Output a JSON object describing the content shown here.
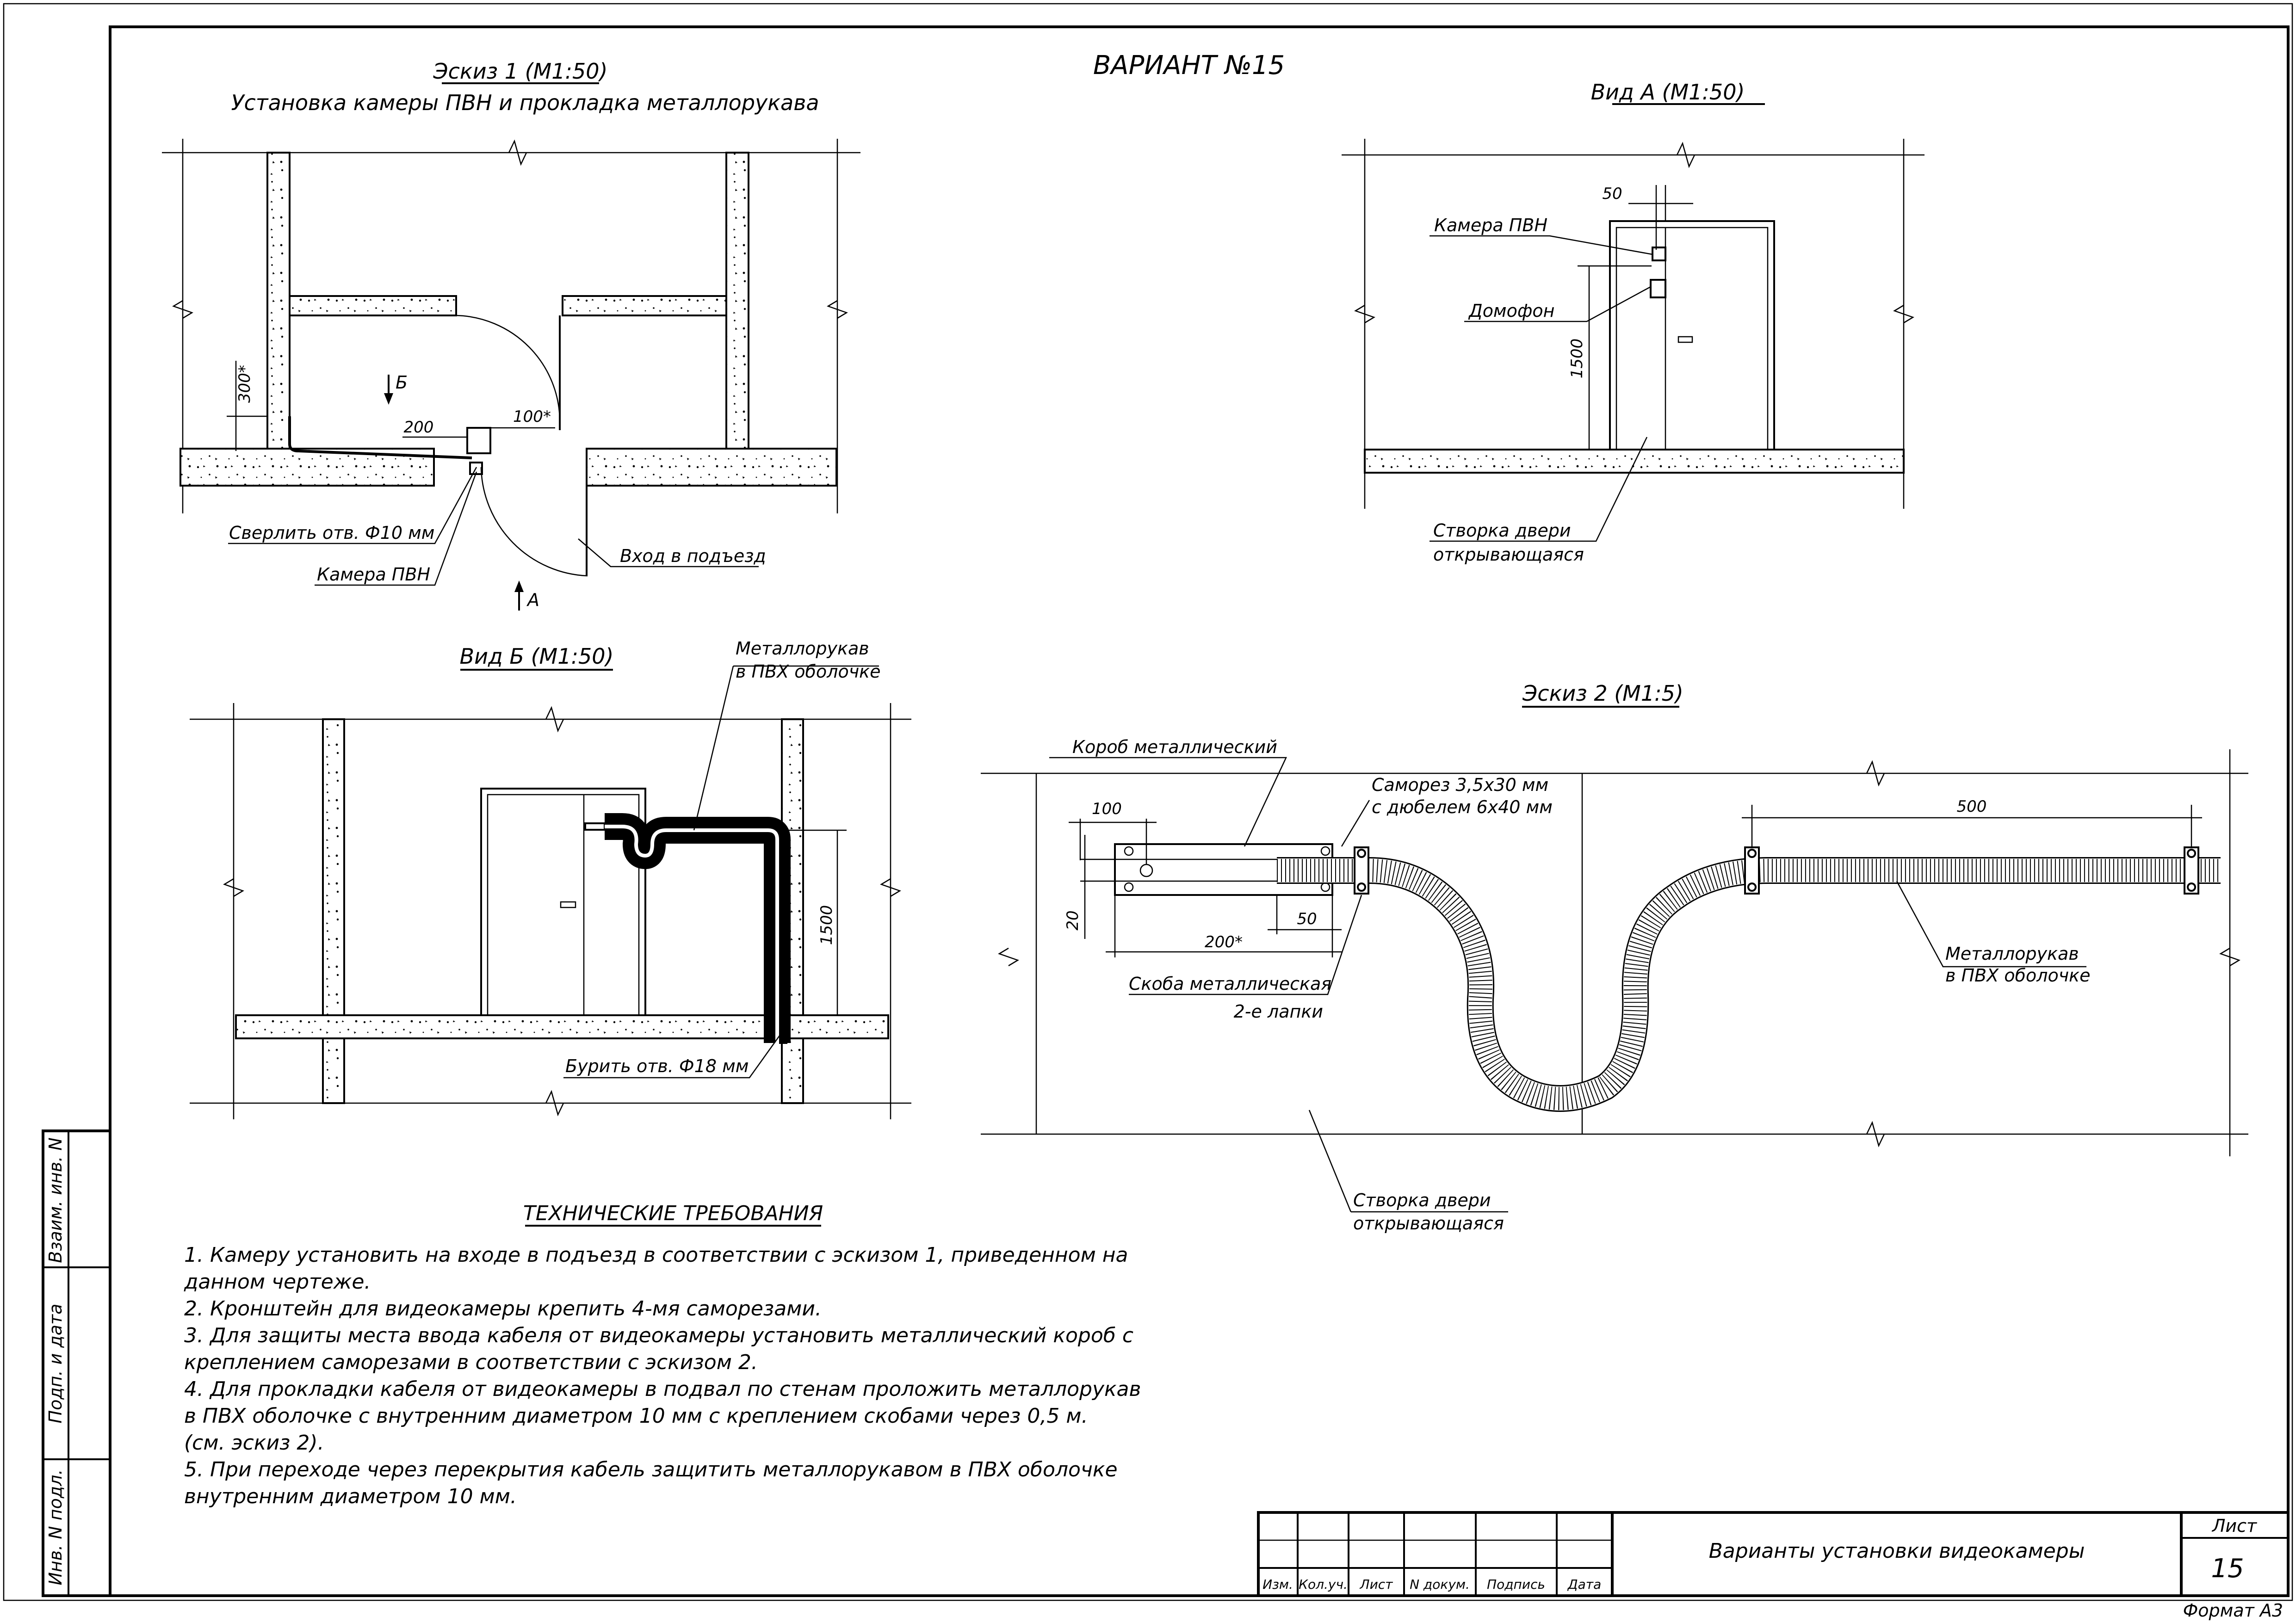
{
  "header": {
    "variant": "ВАРИАНТ №15"
  },
  "sketch1": {
    "title": "Эскиз 1 (М1:50)",
    "subtitle": "Установка камеры ПВН и прокладка металлорукава",
    "dim_300": "300*",
    "dim_200": "200",
    "dim_100": "100*",
    "arrow_b": "Б",
    "arrow_a": "А",
    "label_drill": "Сверлить отв. Ф10 мм",
    "label_camera": "Камера ПВН",
    "label_entrance": "Вход в подъезд"
  },
  "viewA": {
    "title": "Вид А (М1:50)",
    "dim_50": "50",
    "dim_1500": "1500",
    "label_camera": "Камера ПВН",
    "label_intercom": "Домофон",
    "label_door_line1": "Створка двери",
    "label_door_line2": "открывающаяся"
  },
  "viewB": {
    "title": "Вид Б (М1:50)",
    "label_hose_line1": "Металлорукав",
    "label_hose_line2": "в ПВХ оболочке",
    "dim_1500": "1500",
    "label_drill": "Бурить отв. Ф18 мм"
  },
  "sketch2": {
    "title": "Эскиз 2 (М1:5)",
    "label_box": "Короб металлический",
    "label_screw_line1": "Саморез 3,5х30 мм",
    "label_screw_line2": "с дюбелем 6х40 мм",
    "dim_100": "100",
    "dim_20": "20",
    "dim_200": "200*",
    "dim_50": "50",
    "dim_500": "500",
    "label_clamp_line1": "Скоба металлическая",
    "label_clamp_line2": "2-е лапки",
    "label_hose_line1": "Металлорукав",
    "label_hose_line2": "в ПВХ оболочке",
    "label_door_line1": "Створка двери",
    "label_door_line2": "открывающаяся"
  },
  "requirements": {
    "heading": "ТЕХНИЧЕСКИЕ ТРЕБОВАНИЯ",
    "lines": [
      "1. Камеру установить на входе в подъезд в соответствии с эскизом 1, приведенном на",
      "данном чертеже.",
      "2. Кронштейн для видеокамеры крепить 4-мя саморезами.",
      "3. Для защиты места ввода кабеля от видеокамеры установить металлический короб с",
      "креплением саморезами в соответствии с эскизом 2.",
      "4. Для прокладки кабеля от видеокамеры в подвал по стенам проложить металлорукав",
      "в ПВХ оболочке с внутренним диаметром 10 мм с креплением скобами через 0,5 м.",
      "(см. эскиз 2).",
      "5. При переходе через перекрытия кабель защитить металлорукавом в ПВХ оболочке",
      "внутренним диаметром 10 мм."
    ]
  },
  "side_stamp": {
    "cell1": "Взаим. инв. N",
    "cell2": "Подп. и дата",
    "cell3": "Инв. N подл."
  },
  "title_block": {
    "col_izm": "Изм.",
    "col_kol": "Кол.уч.",
    "col_list": "Лист",
    "col_ndoc": "N докум.",
    "col_sign": "Подпись",
    "col_date": "Дата",
    "doc_title": "Варианты установки видеокамеры",
    "sheet_label": "Лист",
    "sheet_number": "15"
  },
  "format": "Формат А3"
}
